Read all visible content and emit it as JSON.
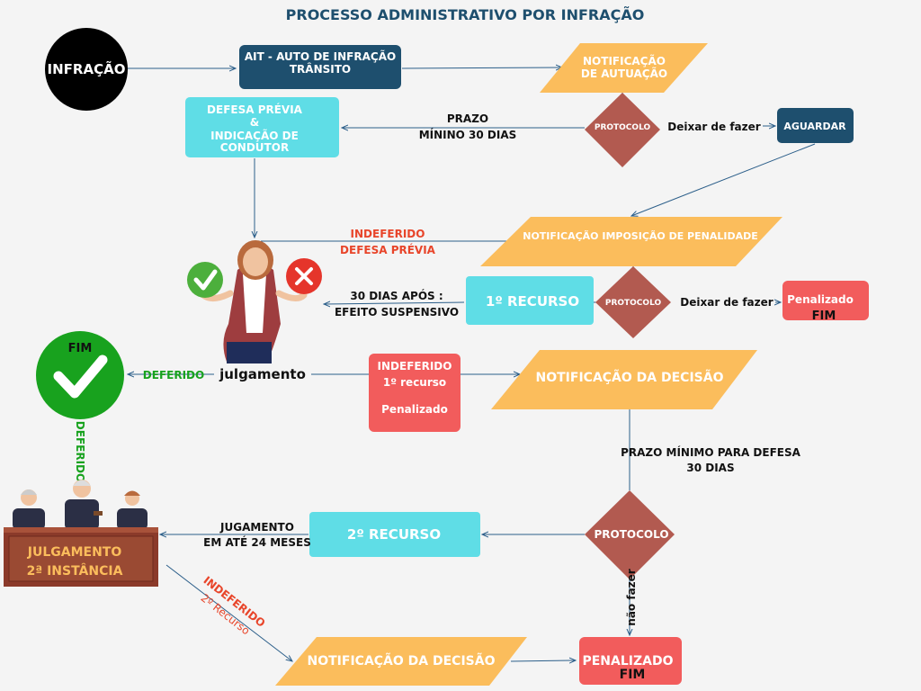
{
  "title": "PROCESSO ADMINISTRATIVO POR INFRAÇÃO",
  "colors": {
    "navy": "#1e4f6e",
    "cyan": "#5fdde6",
    "orange": "#fbbd5c",
    "brown": "#b25a50",
    "red": "#f25c5c",
    "green": "#18a21e",
    "link": "#2c5f8a"
  },
  "nodes": {
    "infracao": "INFRAÇÃO",
    "ait": [
      "AIT - AUTO DE INFRAÇÃO",
      "TRÂNSITO"
    ],
    "notificacao_autuacao": [
      "NOTIFICAÇÃO",
      "DE AUTUAÇÃO"
    ],
    "protocolo_1": "PROTOCOLO",
    "aguardar": "AGUARDAR",
    "defesa_previa": [
      "DEFESA PRÉVIA",
      "&",
      "INDICAÇÃO DE",
      "CONDUTOR"
    ],
    "notificacao_penalidade": "NOTIFICAÇÃO IMPOSIÇÃO DE PENALIDADE",
    "protocolo_2": "PROTOCOLO",
    "recurso_1": "1º RECURSO",
    "penalizado_fim_1": [
      "Penalizado",
      "FIM"
    ],
    "fim_label": "FIM",
    "julgamento": "julgamento",
    "indeferido_box": [
      "INDEFERIDO",
      "1º recurso",
      "Penalizado"
    ],
    "notificacao_decisao_1": "NOTIFICAÇÃO DA DECISÃO",
    "protocolo_3": "PROTOCOLO",
    "recurso_2": "2º RECURSO",
    "julgamento_2": [
      "JULGAMENTO",
      "2ª INSTÂNCIA"
    ],
    "notificacao_decisao_2": "NOTIFICAÇÃO DA DECISÃO",
    "penalizado_fim_2": [
      "PENALIZADO",
      "FIM"
    ]
  },
  "edge_labels": {
    "prazo_minimo": [
      "PRAZO",
      "MÍNINO 30 DIAS"
    ],
    "deixar_1": "Deixar de fazer",
    "indeferido_defesa": [
      "INDEFERIDO",
      "DEFESA PRÉVIA"
    ],
    "trinta_dias": [
      "30 DIAS APÓS :",
      "EFEITO SUSPENSIVO"
    ],
    "deixar_2": "Deixar de fazer",
    "deferido_h": "DEFERIDO",
    "deferido_v": "DEFERIDO",
    "prazo_defesa": [
      "PRAZO MÍNIMO PARA DEFESA",
      "30 DIAS"
    ],
    "julgamento_24": [
      "JUGAMENTO",
      "EM ATÉ 24 MESES"
    ],
    "nao_fazer": "não fazer",
    "indeferido_2": [
      "INDEFERIDO",
      "2º Recurso"
    ]
  }
}
